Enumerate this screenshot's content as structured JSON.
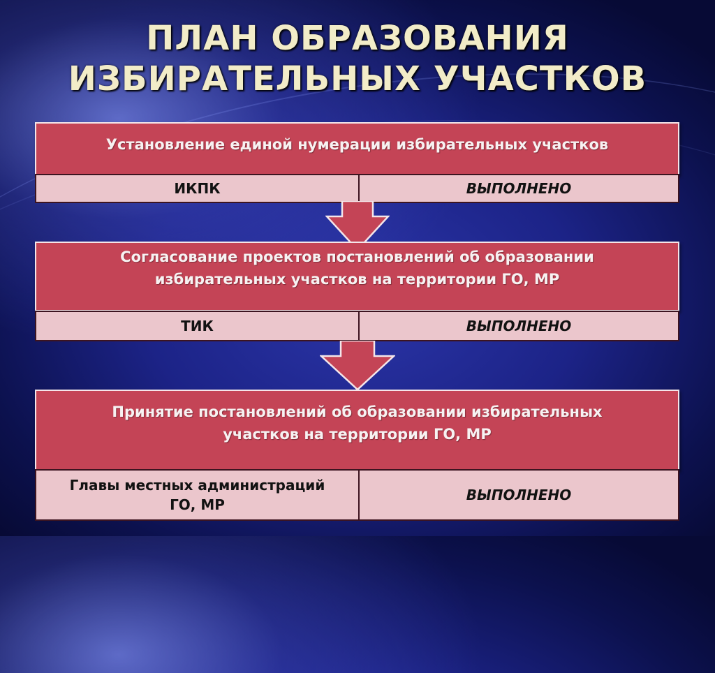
{
  "title": {
    "line1": "ПЛАН ОБРАЗОВАНИЯ",
    "line2": "ИЗБИРАТЕЛЬНЫХ УЧАСТКОВ"
  },
  "steps": [
    {
      "text_lines": [
        "Установление единой нумерации избирательных участков"
      ],
      "responsible_lines": [
        "ИКПК"
      ],
      "status": "ВЫПОЛНЕНО"
    },
    {
      "text_lines": [
        "Согласование проектов постановлений об образовании",
        "избирательных участков на территории ГО, МР"
      ],
      "responsible_lines": [
        "ТИК"
      ],
      "status": "ВЫПОЛНЕНО"
    },
    {
      "text_lines": [
        "Принятие постановлений об образовании избирательных",
        "участков на территории ГО, МР"
      ],
      "responsible_lines": [
        "Главы местных администраций",
        "ГО, МР"
      ],
      "status": "ВЫПОЛНЕНО"
    }
  ],
  "colors": {
    "step_fill": "#c44456",
    "cell_fill": "#ebc6cc",
    "title_text": "#f2ecc8",
    "background": "#1c2387"
  }
}
